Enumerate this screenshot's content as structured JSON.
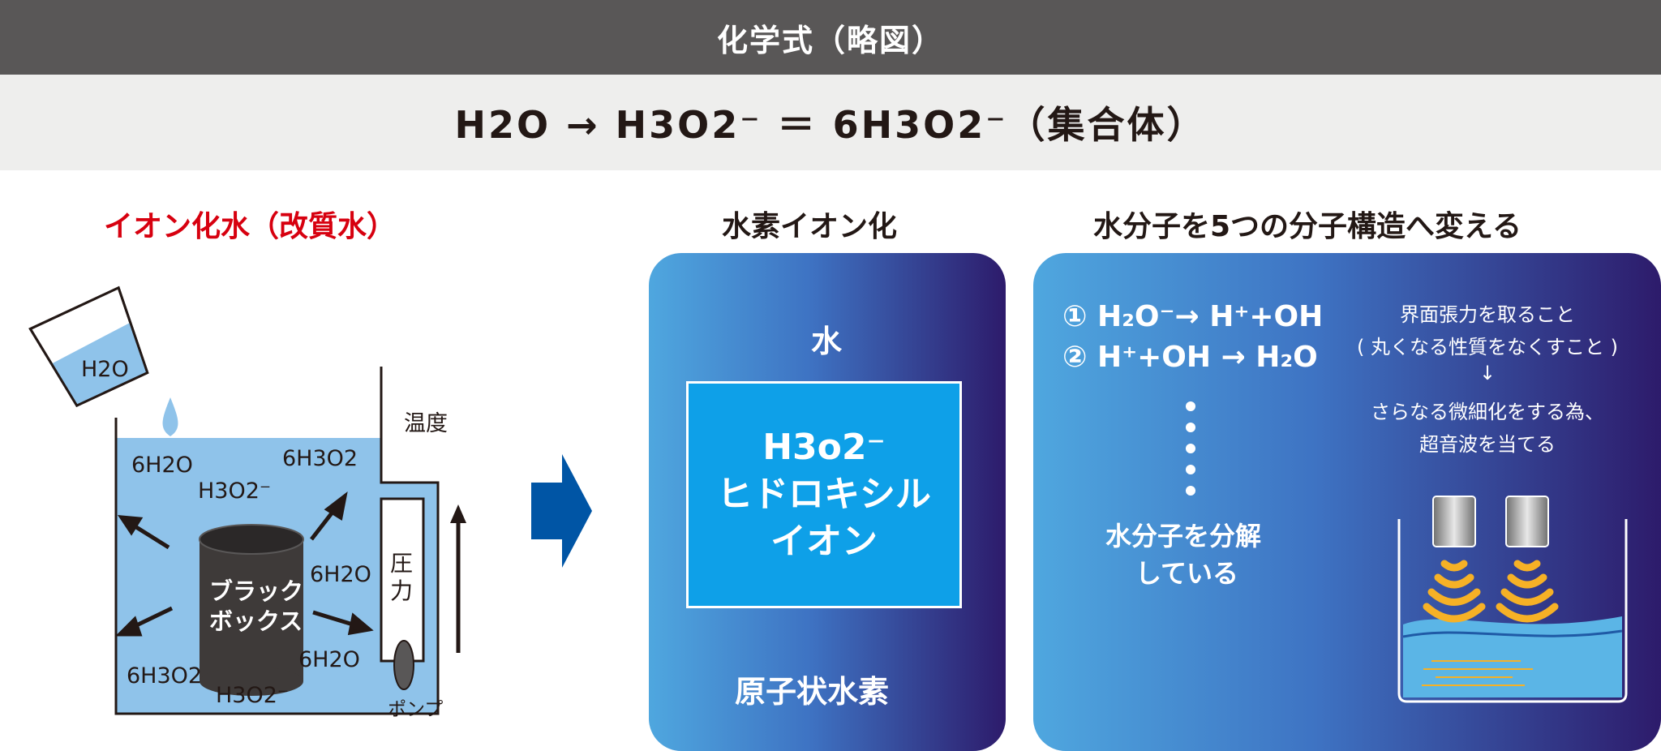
{
  "header": {
    "title": "化学式（略図）"
  },
  "formula": {
    "text": "H2O → H3O2⁻ ＝ 6H3O2⁻（集合体）"
  },
  "left": {
    "title": "イオン化水（改質水）",
    "beaker_label": "H2O",
    "temperature": "温度",
    "pressure": "圧力",
    "pump": "ポンプ",
    "blackbox_line1": "ブラック",
    "blackbox_line2": "ボックス",
    "labels": {
      "a": "6H2O",
      "b": "6H3O2",
      "c": "H3O2⁻",
      "d": "6H2O",
      "e": "6H2O",
      "f": "6H3O2",
      "g": "H3O2⁻"
    },
    "colors": {
      "water": "#8fc3ea",
      "title": "#d7000f"
    }
  },
  "middle": {
    "title": "水素イオン化",
    "top": "水",
    "box_line1": "H3o2⁻",
    "box_line2": "ヒドロキシル",
    "box_line3": "イオン",
    "bottom": "原子状水素"
  },
  "right": {
    "title": "水分子を5つの分子構造へ変える",
    "eq1": "① H₂O⁻→ H⁺+OH",
    "eq2": "② H⁺+OH → H₂O",
    "decompose_line1": "水分子を分解",
    "decompose_line2": "している",
    "note1": "界面張力を取ること",
    "note2": "( 丸くなる性質をなくすこと )",
    "note3": "↓",
    "note4": "さらなる微細化をする為、",
    "note5": "超音波を当てる",
    "colors": {
      "wave": "#f6b126",
      "water": "#4fa7df"
    }
  },
  "colors": {
    "header_bg": "#595757",
    "formula_bg": "#eeeeed",
    "arrow": "#0055a5"
  }
}
